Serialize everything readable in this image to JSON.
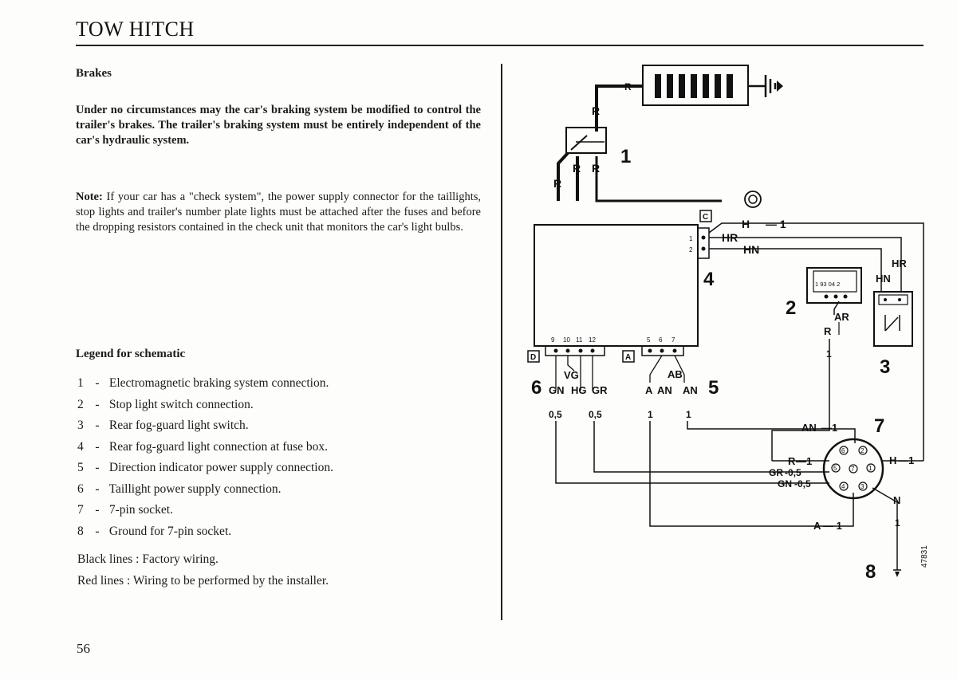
{
  "header": {
    "title": "TOW HITCH"
  },
  "brakes": {
    "heading": "Brakes",
    "warning": "Under no circumstances may the car's braking system be modified to control the trailer's brakes. The trailer's braking system must be entirely independent of the car's hydraulic system."
  },
  "note": {
    "label": "Note:",
    "text": " If your car has a \"check system\", the power supply connector for the taillights, stop lights and trailer's number plate lights must be attached after the fuses and before the dropping resistors contained in the check unit that monitors the car's light bulbs."
  },
  "legend": {
    "heading": "Legend for schematic",
    "items": [
      {
        "num": "1",
        "text": "Electromagnetic braking system connection."
      },
      {
        "num": "2",
        "text": "Stop light switch connection."
      },
      {
        "num": "3",
        "text": "Rear fog-guard light switch."
      },
      {
        "num": "4",
        "text": "Rear fog-guard light connection at fuse box."
      },
      {
        "num": "5",
        "text": "Direction indicator power supply connection."
      },
      {
        "num": "6",
        "text": "Taillight power supply connection."
      },
      {
        "num": "7",
        "text": "7-pin socket."
      },
      {
        "num": "8",
        "text": "Ground for 7-pin socket."
      }
    ]
  },
  "lines": {
    "black": "Black lines :  Factory wiring.",
    "red": "Red lines  :  Wiring to be performed by the installer."
  },
  "page_number": "56",
  "schematic": {
    "callouts": [
      "1",
      "2",
      "3",
      "4",
      "5",
      "6",
      "7",
      "8"
    ],
    "box_labels": {
      "c": "C",
      "d": "D",
      "a": "A"
    },
    "pin_numbers": {
      "c": [
        "1",
        "2"
      ],
      "d": [
        "9",
        "10",
        "11",
        "12"
      ],
      "a": [
        "5",
        "6",
        "7"
      ],
      "switch2": "1 93 04 2"
    },
    "wires": {
      "r_top": "R",
      "r_vertical": "R",
      "r_left": "R",
      "r_mid": "R",
      "r_right": "R",
      "h_1": "H",
      "hr": "HR",
      "hn": "HN",
      "hr_right": "HR",
      "hn_right": "HN",
      "ar": "AR",
      "r_sw2": "R",
      "one_sw2": "1",
      "vg": "VG",
      "gn": "GN",
      "hg": "HG",
      "gr": "GR",
      "ab": "AB",
      "a": "A",
      "an_left": "AN",
      "an_right": "AN",
      "gauge_05a": "0,5",
      "gauge_05b": "0,5",
      "gauge_1a": "1",
      "gauge_1b": "1",
      "an_1": "AN",
      "r_1": "R",
      "gr_05": "GR",
      "gn_05": "GN",
      "a_1": "A",
      "h_1_right": "H",
      "n_1": "N",
      "one": "1",
      "zero_five": "0,5"
    },
    "socket_pins": [
      "1",
      "2",
      "3",
      "4",
      "5",
      "6",
      "7"
    ],
    "figure_code": "47831"
  }
}
